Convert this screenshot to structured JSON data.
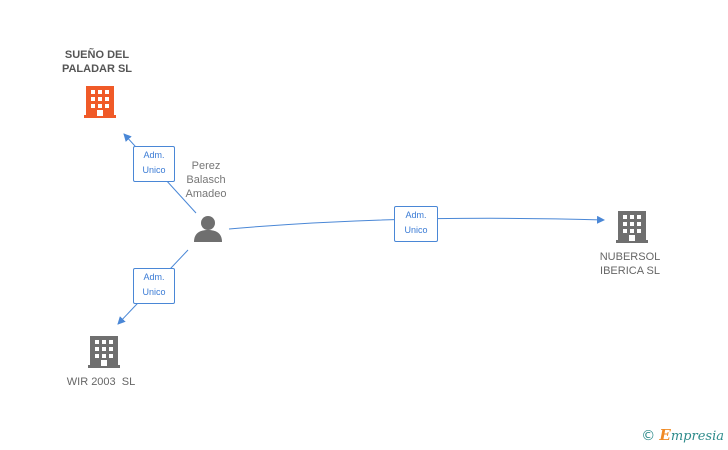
{
  "nodes": {
    "main_company": {
      "name_line1": "SUEÑO DEL",
      "name_line2": "PALADAR SL",
      "color": "#f05a28"
    },
    "person": {
      "name_line1": "Perez",
      "name_line2": "Balasch",
      "name_line3": "Amadeo",
      "color": "#6f6f6f"
    },
    "company_right": {
      "name_line1": "NUBERSOL",
      "name_line2": "IBERICA SL",
      "color": "#6f6f6f"
    },
    "company_bottom": {
      "name": "WIR 2003  SL",
      "color": "#6f6f6f"
    }
  },
  "edges": [
    {
      "from": "person",
      "to": "main_company",
      "role_line1": "Adm.",
      "role_line2": "Unico"
    },
    {
      "from": "person",
      "to": "company_bottom",
      "role_line1": "Adm.",
      "role_line2": "Unico"
    },
    {
      "from": "person",
      "to": "company_right",
      "role_line1": "Adm.",
      "role_line2": "Unico"
    }
  ],
  "edge_color": "#4a87d6",
  "watermark": {
    "copyright_symbol": "©",
    "brand_initial": "E",
    "brand_rest": "mpresia"
  }
}
